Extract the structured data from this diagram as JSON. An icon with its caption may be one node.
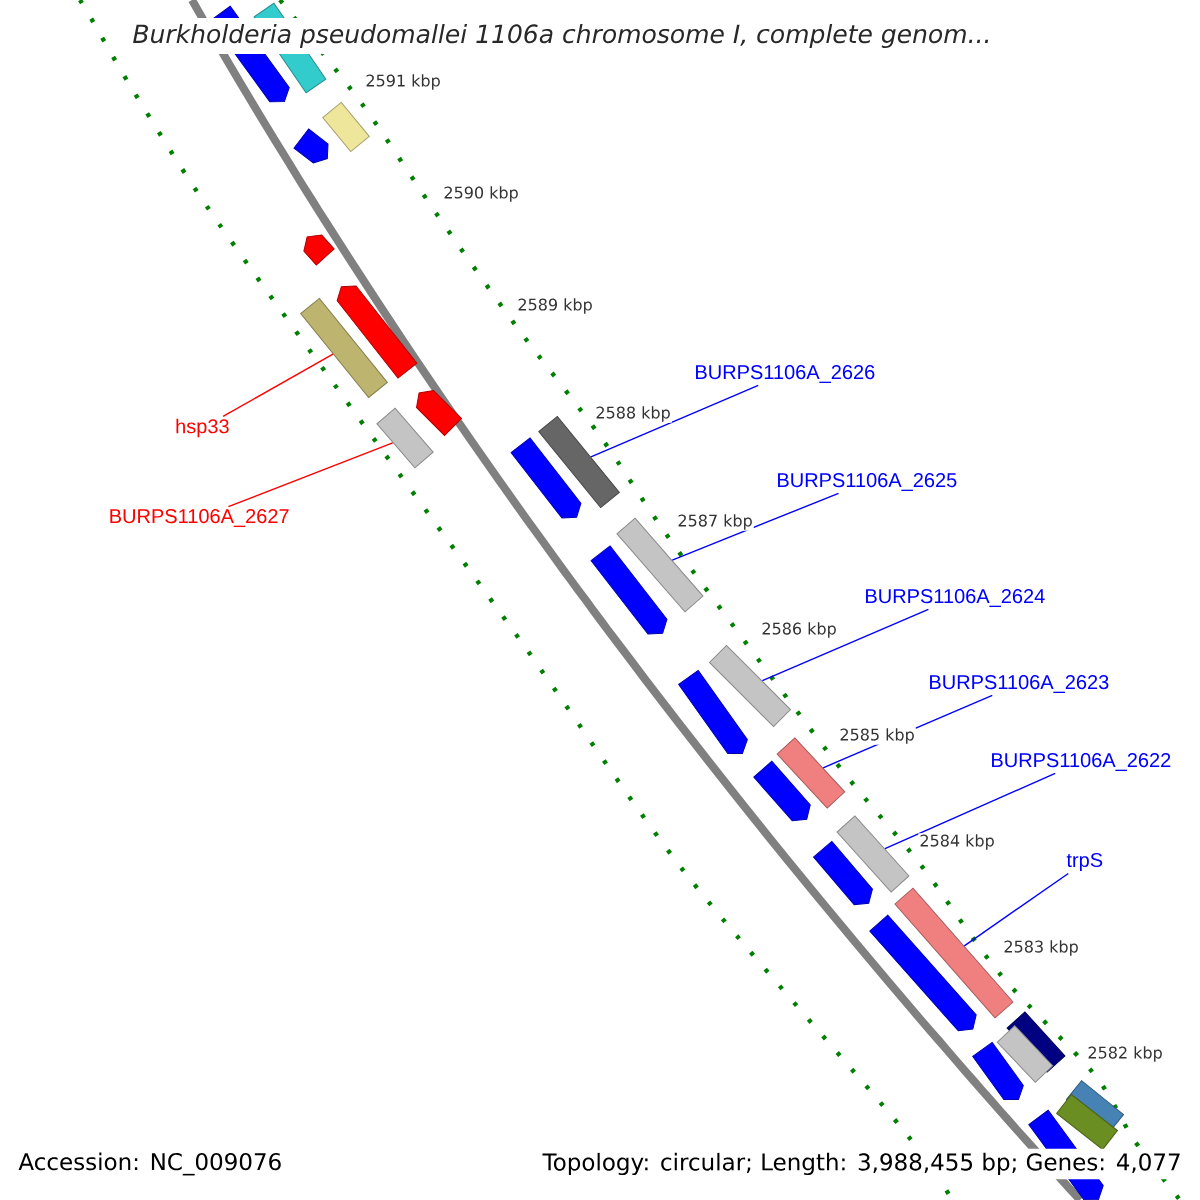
{
  "diagram": {
    "title": "Burkholderia pseudomallei 1106a chromosome I, complete genom...",
    "nodes": [
      {
        "text": [],
        "shape": "arrow"
      },
      {
        "text": [],
        "shape": "bar"
      },
      {
        "text": [],
        "shape": "bar"
      },
      {
        "text": [],
        "shape": "arrow"
      },
      {
        "text": [],
        "shape": "arrow"
      },
      {
        "text": [],
        "shape": "arrow"
      },
      {
        "text": [],
        "shape": "bar"
      },
      {
        "text": [],
        "shape": "arrow"
      },
      {
        "text": [],
        "shape": "bar"
      },
      {
        "text": [
          "hsp33"
        ]
      },
      {
        "text": [
          "BURPS1106A_2627"
        ]
      },
      {
        "text": [
          "BURPS1106A_2626"
        ]
      },
      {
        "text": [],
        "shape": "bar"
      },
      {
        "text": [],
        "shape": "arrow"
      },
      {
        "text": [
          "BURPS1106A_2625"
        ]
      },
      {
        "text": [],
        "shape": "bar"
      },
      {
        "text": [],
        "shape": "arrow"
      },
      {
        "text": [
          "BURPS1106A_2624"
        ]
      },
      {
        "text": [],
        "shape": "bar"
      },
      {
        "text": [],
        "shape": "arrow"
      },
      {
        "text": [
          "BURPS1106A_2623"
        ]
      },
      {
        "text": [],
        "shape": "bar"
      },
      {
        "text": [],
        "shape": "arrow"
      },
      {
        "text": [
          "BURPS1106A_2622"
        ]
      },
      {
        "text": [],
        "shape": "bar"
      },
      {
        "text": [],
        "shape": "arrow"
      },
      {
        "text": [
          "trpS"
        ]
      },
      {
        "text": [],
        "shape": "bar"
      },
      {
        "text": [],
        "shape": "arrow"
      },
      {
        "text": [],
        "shape": "bar"
      },
      {
        "text": [],
        "shape": "bar"
      },
      {
        "text": [],
        "shape": "arrow"
      },
      {
        "text": [],
        "shape": "bar"
      },
      {
        "text": [],
        "shape": "bar"
      },
      {
        "text": [],
        "shape": "arrow"
      }
    ],
    "edges": [
      {
        "from": 9,
        "to": 6,
        "arrow": "none",
        "color": "#ff0000"
      },
      {
        "from": 10,
        "to": 8,
        "arrow": "none",
        "color": "#ff0000"
      },
      {
        "from": 11,
        "to": 12,
        "arrow": "none"
      },
      {
        "from": 14,
        "to": 15,
        "arrow": "none"
      },
      {
        "from": 17,
        "to": 18,
        "arrow": "none"
      },
      {
        "from": 20,
        "to": 21,
        "arrow": "none"
      },
      {
        "from": 23,
        "to": 24,
        "arrow": "none"
      },
      {
        "from": 26,
        "to": 27,
        "arrow": "none"
      }
    ],
    "labels": [
      "2591 kbp",
      "2590 kbp",
      "2589 kbp",
      "2588 kbp",
      "2587 kbp",
      "2586 kbp",
      "2585 kbp",
      "2584 kbp",
      "2583 kbp",
      "2582 kbp",
      "Accession: NC_009076",
      "Topology: circular; Length: 3,988,455 bp; Genes: 4,077"
    ]
  }
}
